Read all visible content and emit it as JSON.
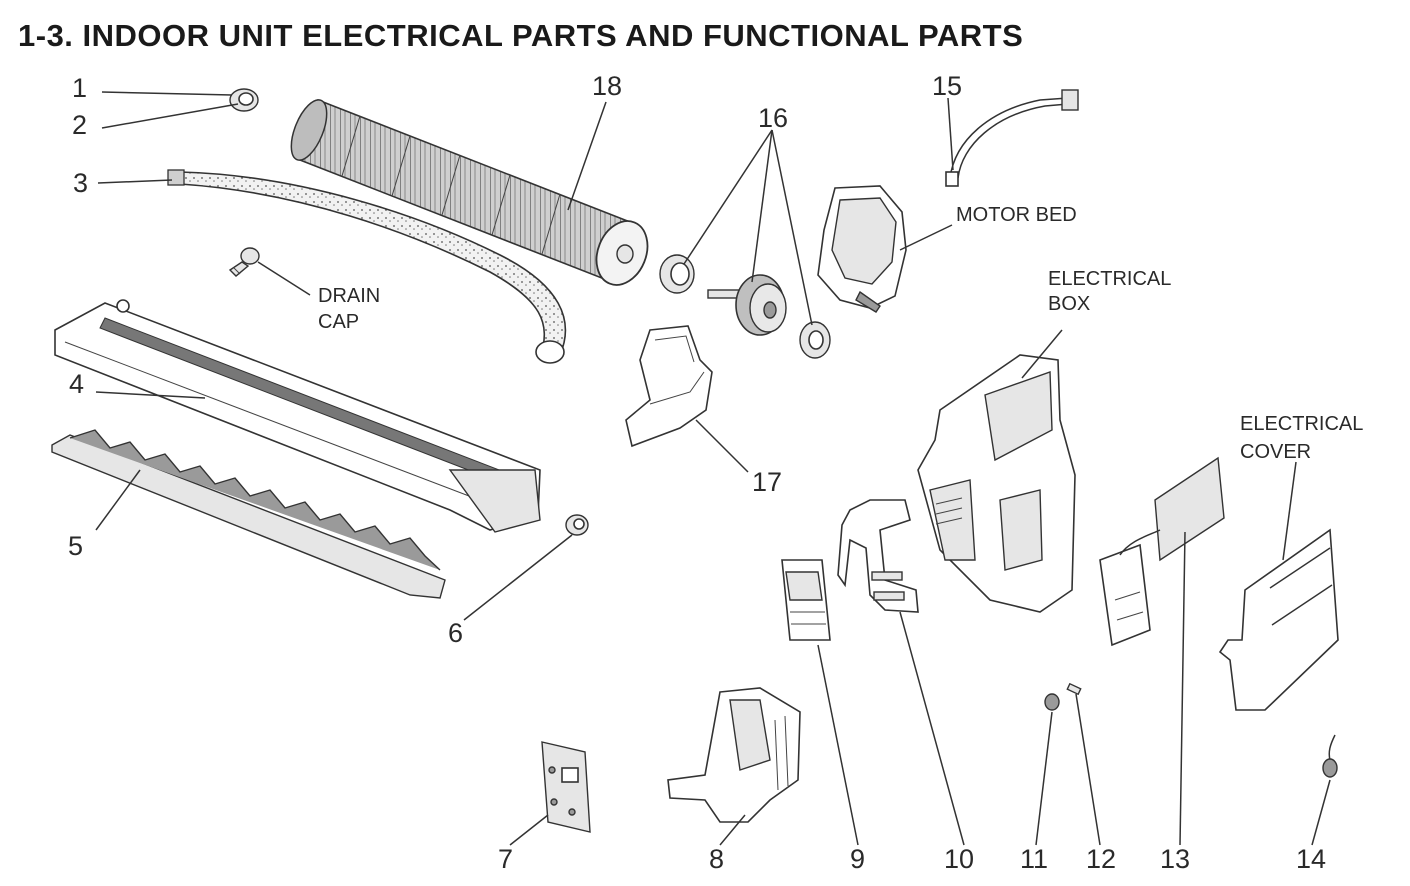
{
  "title": "1-3. INDOOR UNIT ELECTRICAL PARTS AND FUNCTIONAL PARTS",
  "part_numbers": [
    "1",
    "2",
    "3",
    "4",
    "5",
    "6",
    "7",
    "8",
    "9",
    "10",
    "11",
    "12",
    "13",
    "14",
    "15",
    "16",
    "17",
    "18"
  ],
  "labels": {
    "drain_cap": [
      "DRAIN",
      "CAP"
    ],
    "motor_bed": "MOTOR BED",
    "electrical_box": [
      "ELECTRICAL",
      "BOX"
    ],
    "electrical_cover": [
      "ELECTRICAL",
      "COVER"
    ]
  }
}
